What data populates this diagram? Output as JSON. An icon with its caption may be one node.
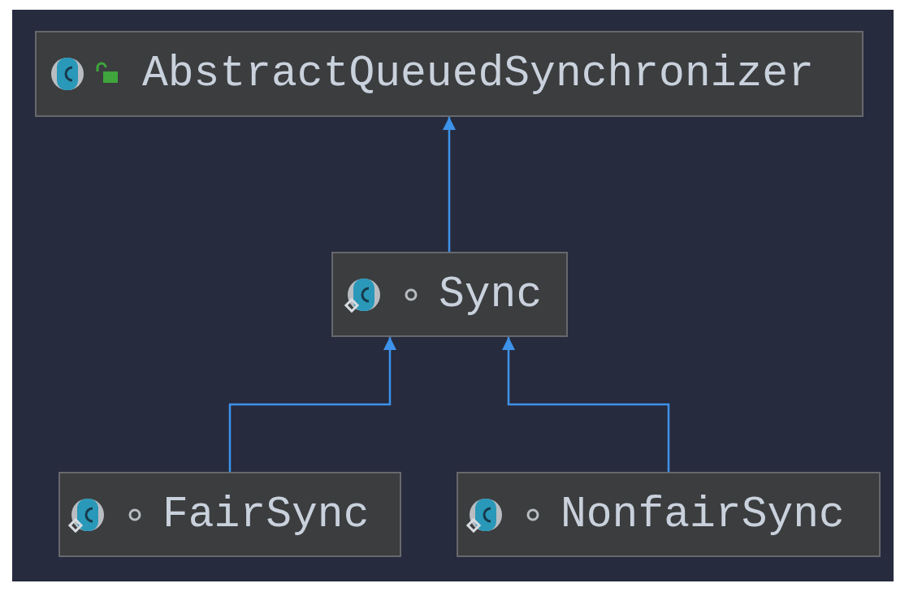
{
  "diagram": {
    "nodes": [
      {
        "text": [
          "AbstractQueuedSynchronizer"
        ]
      },
      {
        "text": [
          "Sync"
        ]
      },
      {
        "text": [
          "FairSync"
        ]
      },
      {
        "text": [
          "NonfairSync"
        ]
      }
    ],
    "edges": [
      {
        "from": 1,
        "to": 0,
        "arrow": "to"
      },
      {
        "from": 2,
        "to": 1,
        "arrow": "to"
      },
      {
        "from": 3,
        "to": 1,
        "arrow": "to"
      }
    ]
  }
}
